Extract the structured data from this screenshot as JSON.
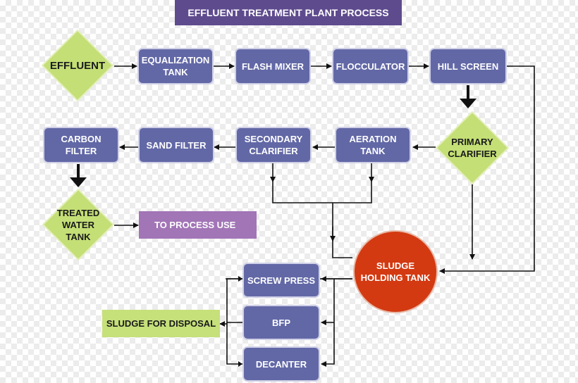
{
  "title": "EFFLUENT TREATMENT PLANT PROCESS",
  "nodes": {
    "effluent": "EFFLUENT",
    "equalization_tank": "EQUALIZATION\nTANK",
    "flash_mixer": "FLASH MIXER",
    "flocculator": "FLOCCULATOR",
    "hill_screen": "HILL SCREEN",
    "primary_clarifier": "PRIMARY\nCLARIFIER",
    "aeration_tank": "AERATION\nTANK",
    "secondary_clarifier": "SECONDARY\nCLARIFIER",
    "sand_filter": "SAND FILTER",
    "carbon_filter": "CARBON\nFILTER",
    "treated_water_tank": "TREATED\nWATER\nTANK",
    "to_process_use": "TO PROCESS USE",
    "sludge_holding_tank": "SLUDGE\nHOLDING TANK",
    "screw_press": "SCREW PRESS",
    "bfp": "BFP",
    "decanter": "DECANTER",
    "sludge_for_disposal": "SLUDGE FOR DISPOSAL"
  },
  "colors": {
    "box": "#6268a6",
    "diamond": "#c4df76",
    "title": "#5e4b8e",
    "process_use": "#a275b6",
    "sludge_tank": "#d33a12",
    "disposal": "#c6e07a",
    "connector": "#111111"
  }
}
